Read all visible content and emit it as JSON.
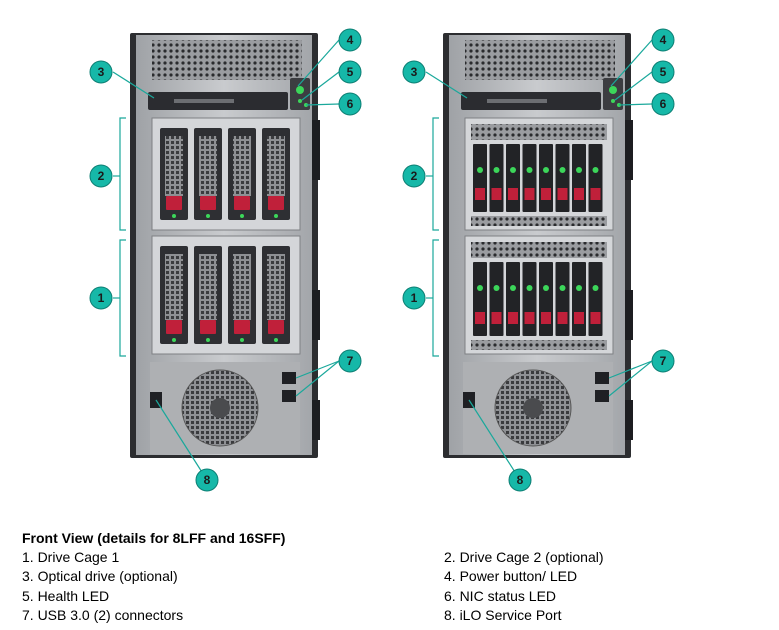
{
  "colors": {
    "callout_fill": "#16b8a8",
    "callout_stroke": "#0d7f74",
    "leader_line": "#1aa89b",
    "chassis": "#b7b9bc",
    "chassis_dark": "#2c2d30",
    "drive_handle": "#c0203a",
    "drive_led": "#3cd65a"
  },
  "servers": [
    {
      "variant": "8LFF",
      "callouts": [
        "1",
        "2",
        "3",
        "4",
        "5",
        "6",
        "7",
        "8"
      ]
    },
    {
      "variant": "16SFF",
      "callouts": [
        "1",
        "2",
        "3",
        "4",
        "5",
        "6",
        "7",
        "8"
      ]
    }
  ],
  "legend": {
    "title": "Front View (details for 8LFF and 16SFF)",
    "items": [
      "1. Drive Cage 1",
      "2. Drive Cage 2 (optional)",
      "3. Optical drive (optional)",
      "4. Power button/ LED",
      "5. Health LED",
      "6. NIC status LED",
      "7. USB 3.0 (2) connectors",
      "8. iLO Service Port"
    ]
  }
}
